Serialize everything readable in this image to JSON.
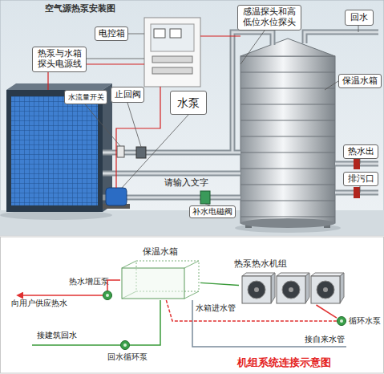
{
  "diagram": {
    "title": "空气源热泵安装图",
    "caption": "机组系统连接示意图",
    "nodes": [
      {
        "text": [
          "感温探头和高低位水位探头"
        ]
      },
      {
        "text": [
          "回水"
        ]
      },
      {
        "text": [
          "电控箱"
        ]
      },
      {
        "text": [
          "热泵与水箱探头电源线"
        ]
      },
      {
        "text": [
          "保温水箱"
        ]
      },
      {
        "text": [
          "水流量开关"
        ]
      },
      {
        "text": [
          "止回阀"
        ]
      },
      {
        "text": [
          "水泵"
        ]
      },
      {
        "text": [
          "热水出"
        ]
      },
      {
        "text": [
          "排污口"
        ]
      },
      {
        "text": [
          "补水电磁阀"
        ]
      },
      {
        "text": [
          "保温水箱"
        ]
      },
      {
        "text": [
          "热泵热水机组"
        ]
      },
      {
        "text": [
          "热水增压泵"
        ]
      },
      {
        "text": [
          "循环水泵"
        ]
      },
      {
        "text": [
          "回水循环泵"
        ]
      }
    ],
    "edges": [
      {
        "from": 11,
        "to": 13,
        "arrow": "none"
      },
      {
        "from": 15,
        "to": 11,
        "arrow": "none"
      },
      {
        "from": 11,
        "to": 14,
        "arrow": "none"
      },
      {
        "from": 14,
        "to": 12,
        "arrow": "none"
      },
      {
        "from": 12,
        "to": 11,
        "arrow": "none"
      }
    ],
    "labels": [
      "请输入文字",
      "向用户供应热水",
      "水箱进水管",
      "接建筑回水",
      "接自来水管"
    ]
  }
}
